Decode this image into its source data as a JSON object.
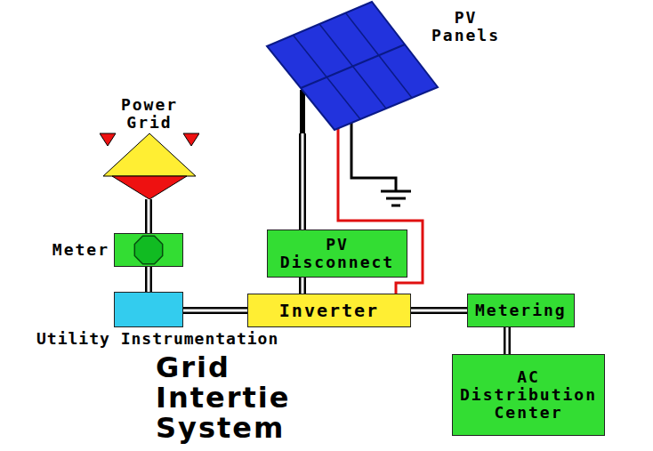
{
  "diagram": {
    "title": "Grid Intertie System",
    "nodes": [
      {
        "text": [
          "PV Panels"
        ]
      },
      {
        "text": [
          "Power Grid"
        ]
      },
      {
        "text": [
          "Meter"
        ]
      },
      {
        "text": [
          "Utility Instrumentation"
        ]
      },
      {
        "text": [
          "PV Disconnect"
        ]
      },
      {
        "text": [
          "Inverter"
        ]
      },
      {
        "text": [
          "Metering"
        ]
      },
      {
        "text": [
          "AC Distribution Center"
        ]
      }
    ],
    "edges": [
      {
        "from": 1,
        "to": 2,
        "arrow": "none"
      },
      {
        "from": 2,
        "to": 3,
        "arrow": "none"
      },
      {
        "from": 3,
        "to": 5,
        "arrow": "none"
      },
      {
        "from": 0,
        "to": 4,
        "arrow": "none"
      },
      {
        "from": 4,
        "to": 5,
        "arrow": "none"
      },
      {
        "from": 0,
        "to": 5,
        "arrow": "none"
      },
      {
        "from": 5,
        "to": 6,
        "arrow": "none"
      },
      {
        "from": 6,
        "to": 7,
        "arrow": "none"
      }
    ]
  }
}
